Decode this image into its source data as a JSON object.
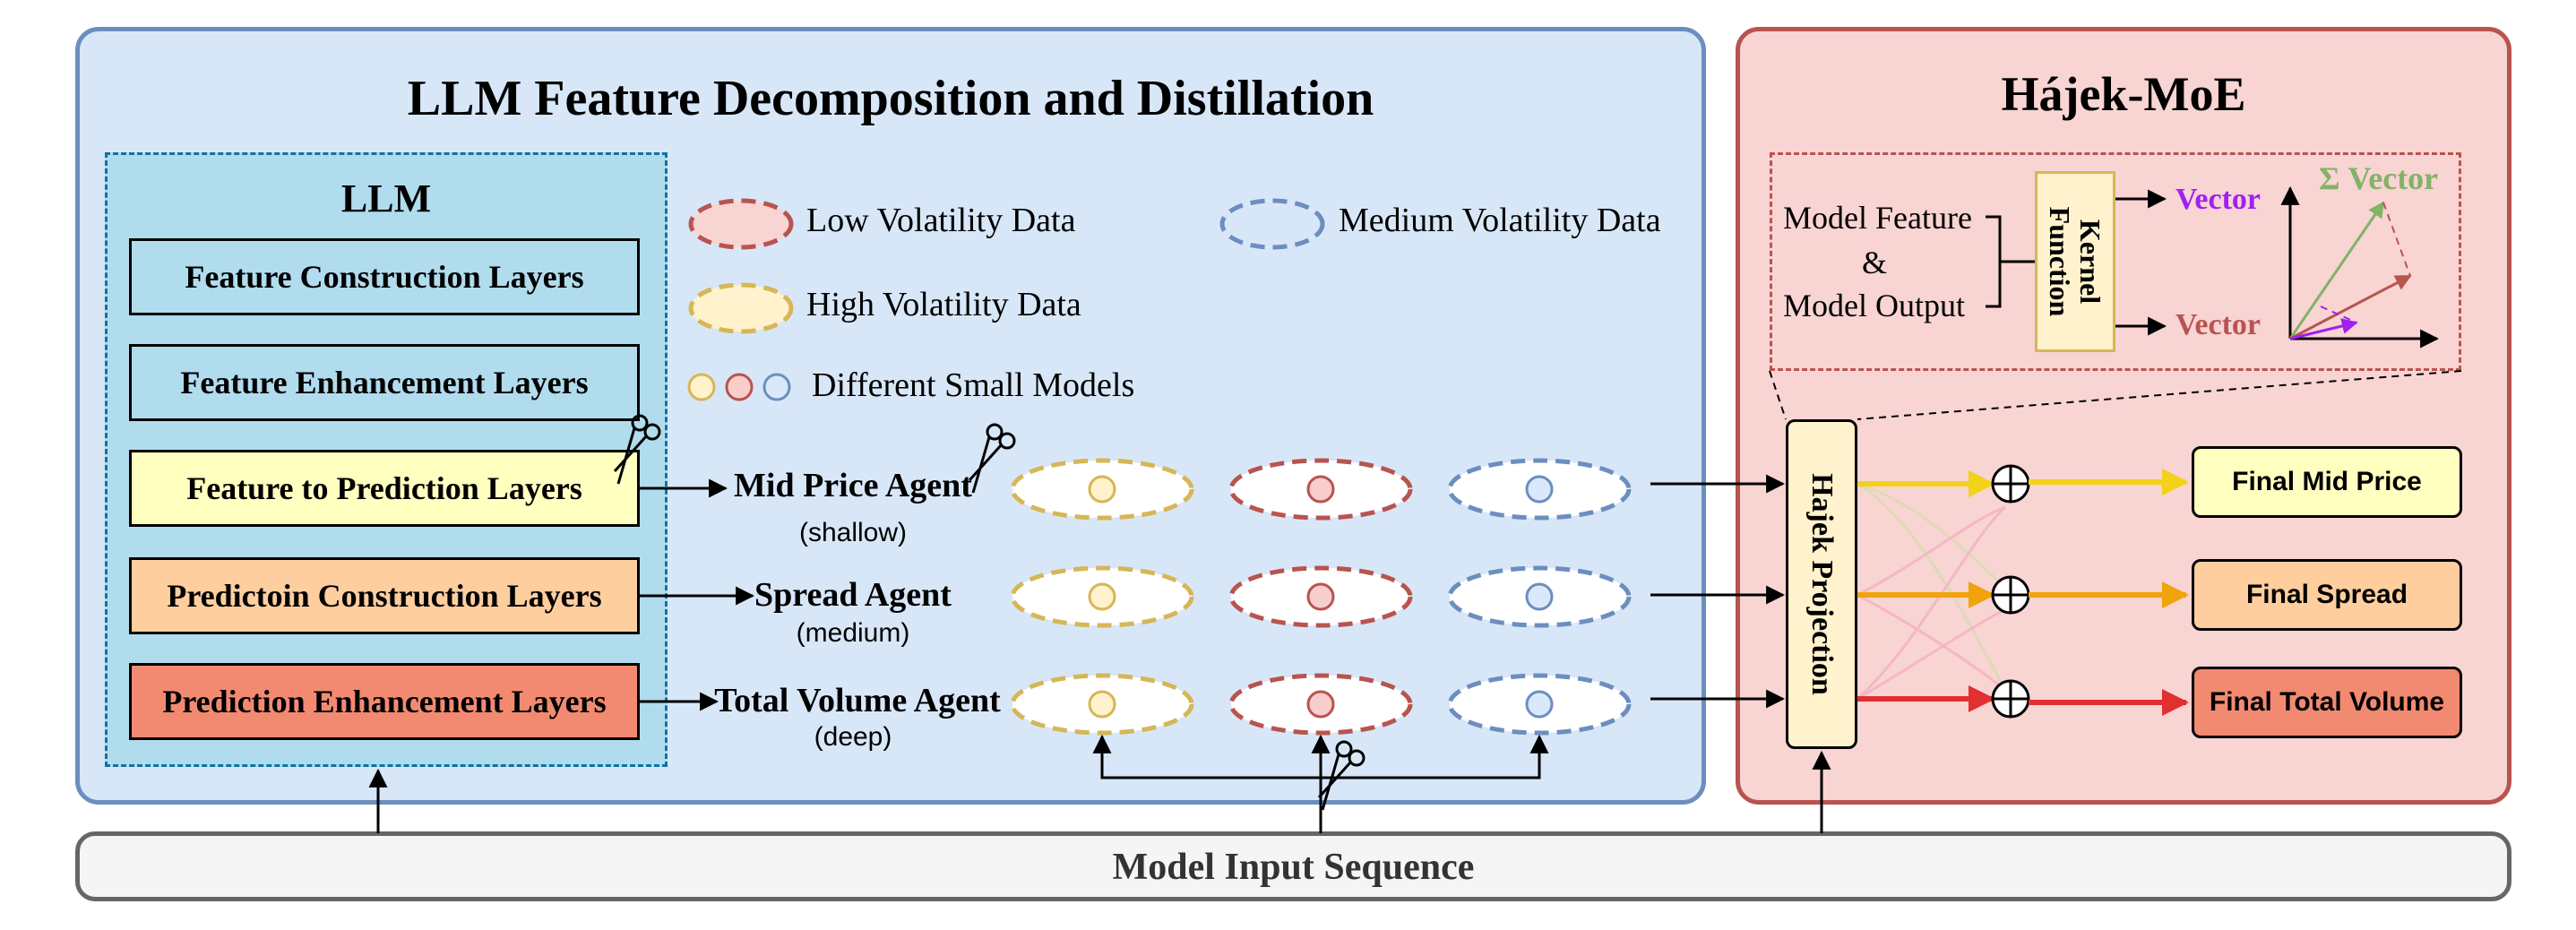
{
  "left_panel": {
    "title": "LLM Feature Decomposition and Distillation"
  },
  "llm": {
    "title": "LLM",
    "layers": [
      {
        "label": "Feature Construction Layers",
        "color": "#b1dcee"
      },
      {
        "label": "Feature Enhancement Layers",
        "color": "#b1dcee"
      },
      {
        "label": "Feature to Prediction Layers",
        "color": "#ffffc0"
      },
      {
        "label": "Predictoin Construction Layers",
        "color": "#ffce9f"
      },
      {
        "label": "Prediction Enhancement Layers",
        "color": "#f28a72"
      }
    ]
  },
  "legend": {
    "low": {
      "label": "Low Volatility Data",
      "color": "#b85450"
    },
    "medium": {
      "label": "Medium Volatility Data",
      "color": "#6c8ebf"
    },
    "high": {
      "label": "High Volatility Data",
      "color": "#d6b656"
    },
    "models": {
      "label": "Different Small Models"
    }
  },
  "agents": [
    {
      "name": "Mid Price Agent",
      "depth": "(shallow)"
    },
    {
      "name": "Spread Agent",
      "depth": "(medium)"
    },
    {
      "name": "Total Volume Agent",
      "depth": "(deep)"
    }
  ],
  "right_panel": {
    "title": "Hájek-MoE",
    "inset": {
      "input_line1": "Model Feature",
      "input_amp": "&",
      "input_line2": "Model Output",
      "kernel_label": "Kernel\nFunction",
      "vector_top": "Vector",
      "vector_bottom": "Vector",
      "sum_vector": "Σ Vector",
      "vector_top_color": "#a020f0",
      "vector_bottom_color": "#b85450",
      "sum_vector_color": "#82b366"
    },
    "projection_label": "Hajek Projection",
    "outputs": [
      {
        "label": "Final Mid Price",
        "color": "#ffffc0",
        "line": "#f2d21a"
      },
      {
        "label": "Final Spread",
        "color": "#ffce9f",
        "line": "#f0a30a"
      },
      {
        "label": "Final Total Volume",
        "color": "#f28a72",
        "line": "#e03030"
      }
    ]
  },
  "input_bar": {
    "label": "Model Input Sequence"
  }
}
